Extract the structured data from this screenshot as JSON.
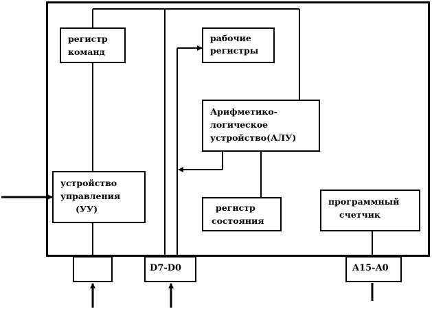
{
  "blocks": {
    "command_register": {
      "line1": "регистр",
      "line2": "команд"
    },
    "working_registers": {
      "line1": "рабочие",
      "line2": "регистры"
    },
    "alu": {
      "line1": "Арифметико-",
      "line2": "логическое",
      "line3": "устройство(АЛУ)"
    },
    "control_unit": {
      "line1": "устройство",
      "line2": "управления",
      "line3": "(УУ)"
    },
    "status_register": {
      "line1": "регистр",
      "line2": "состояния"
    },
    "program_counter": {
      "line1": "программный",
      "line2": "счетчик"
    }
  },
  "ports": {
    "control_port": {
      "label": ""
    },
    "data_port": {
      "label": "D7-D0"
    },
    "address_port": {
      "label": "A15-A0"
    }
  },
  "colors": {
    "line": "#000000",
    "fill": "#ffffff"
  }
}
